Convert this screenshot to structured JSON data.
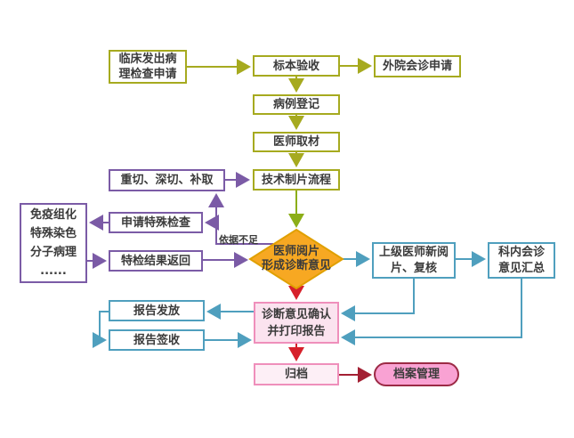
{
  "diagram": {
    "type": "flowchart",
    "language": "zh-CN",
    "nodes": {
      "clinical_request": {
        "label": "临床发出病\n理检查申请"
      },
      "specimen_acceptance": {
        "label": "标本验收"
      },
      "external_consult_request": {
        "label": "外院会诊申请"
      },
      "case_registration": {
        "label": "病例登记"
      },
      "physician_sampling": {
        "label": "医师取材"
      },
      "slide_production": {
        "label": "技术制片流程"
      },
      "recut_deepcut_resample": {
        "label": "重切、深切、补取"
      },
      "special_exam_request": {
        "label": "申请特殊检查"
      },
      "special_exam_methods": {
        "label": "免疫组化\n特殊染色\n分子病理\n......"
      },
      "special_result_return": {
        "label": "特检结果返回"
      },
      "physician_review_decision": {
        "label": "医师阅片\n形成诊断意见"
      },
      "senior_physician_review": {
        "label": "上级医师新阅\n片、复核"
      },
      "department_consult_summary": {
        "label": "科内会诊\n意见汇总"
      },
      "report_issue": {
        "label": "报告发放"
      },
      "report_sign": {
        "label": "报告签收"
      },
      "diagnosis_confirm_print": {
        "label": "诊断意见确认\n并打印报告"
      },
      "archive": {
        "label": "归档"
      },
      "archive_management": {
        "label": "档案管理"
      }
    },
    "edge_labels": {
      "insufficient_evidence": "依据不足"
    },
    "colors": {
      "olive": "#a6aa1f",
      "green": "#8cae17",
      "purple": "#7b5ba6",
      "teal": "#4f9fbe",
      "red": "#d6202a",
      "dark_red": "#a32033",
      "diamond_fill": "#f7a822",
      "diamond_border": "#e0a000",
      "pink_fill": "#fbe3ef",
      "pink_fill_light": "#fdeff6",
      "pink_border": "#ef8fbb",
      "pill_fill": "#f9a2d3",
      "pill_border": "#9c2a45",
      "text": "#3b3b3b"
    }
  }
}
